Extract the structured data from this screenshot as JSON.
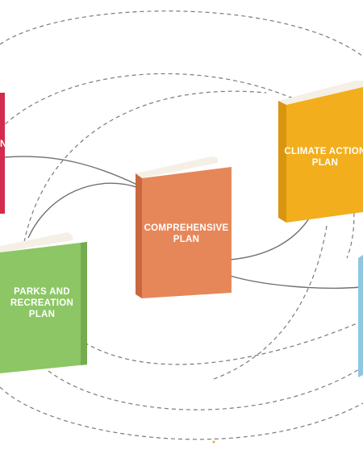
{
  "books": [
    {
      "id": "comprehensive",
      "lines": [
        "COMPREHENSIVE",
        "PLAN"
      ],
      "color": "#E6875A",
      "spine": "#C9683E"
    },
    {
      "id": "climate-action",
      "lines": [
        "CLIMATE ACTION",
        "PLAN"
      ],
      "color": "#F2AE1C",
      "spine": "#D99410"
    },
    {
      "id": "parks-recreation",
      "lines": [
        "PARKS AND",
        "RECREATION",
        "PLAN"
      ],
      "color": "#8CC665",
      "spine": "#74AC4F"
    },
    {
      "id": "left-partial",
      "lines": [
        "N"
      ],
      "color": "#D42A4B",
      "spine": "#B01F3C"
    },
    {
      "id": "right-partial",
      "lines": [],
      "color": "#8EC7E2",
      "spine": "#6FAECC"
    }
  ]
}
